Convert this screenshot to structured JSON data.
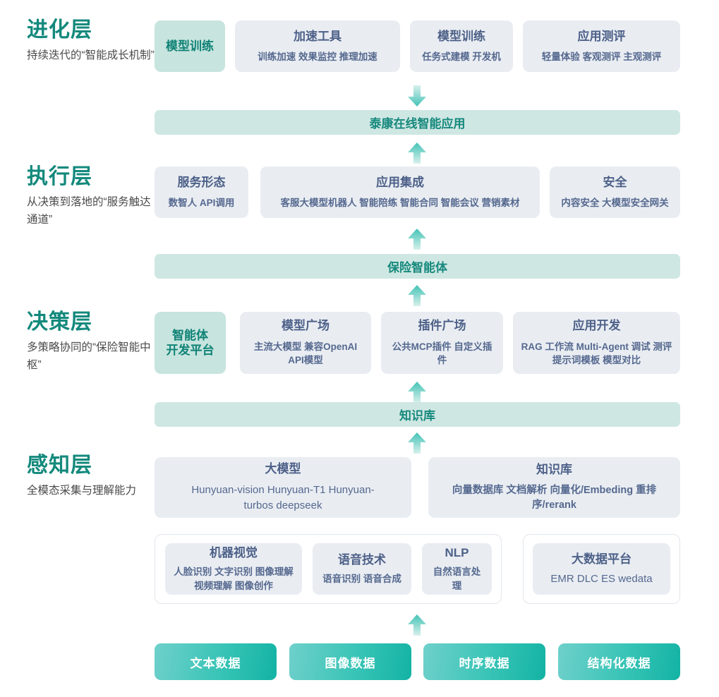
{
  "colors": {
    "layer_title": "#13897c",
    "card_bg": "#e9edf2",
    "card_title": "#4d6088",
    "teal_card_bg": "#c7e4de",
    "bar_bg": "#cfe7e3",
    "bar_text": "#16897d",
    "pill_gradient_from": "#6fd0cb",
    "pill_gradient_to": "#13b3a4",
    "arrow": "#5cc9bf"
  },
  "layers": [
    {
      "id": "evolution",
      "title": "进化层",
      "desc": "持续迭代的“智能成长机制”",
      "cards": [
        {
          "title": "模型训练",
          "sub": "",
          "style": "teal"
        },
        {
          "title": "加速工具",
          "sub": "训练加速 效果监控 推理加速",
          "style": "plain"
        },
        {
          "title": "模型训练",
          "sub": "任务式建模 开发机",
          "style": "plain"
        },
        {
          "title": "应用测评",
          "sub": "轻量体验 客观测评 主观测评",
          "style": "plain"
        }
      ]
    },
    {
      "id": "execution",
      "title": "执行层",
      "desc": "从决策到落地的“服务触达通道”",
      "cards": [
        {
          "title": "服务形态",
          "sub": "数智人  API调用",
          "style": "plain"
        },
        {
          "title": "应用集成",
          "sub": "客服大模型机器人 智能陪练 智能合同 智能会议 营销素材",
          "style": "plain"
        },
        {
          "title": "安全",
          "sub": "内容安全 大模型安全网关",
          "style": "plain"
        }
      ]
    },
    {
      "id": "decision",
      "title": "决策层",
      "desc": "多策略协同的“保险智能中枢”",
      "cards": [
        {
          "title": "智能体\n开发平台",
          "sub": "",
          "style": "teal"
        },
        {
          "title": "模型广场",
          "sub": "主流大模型    兼容OpenAI API模型",
          "style": "plain"
        },
        {
          "title": "插件广场",
          "sub": "公共MCP插件 自定义插件",
          "style": "plain"
        },
        {
          "title": "应用开发",
          "sub": "RAG 工作流 Multi-Agent 调试 测评 提示词模板 模型对比",
          "style": "plain"
        }
      ]
    },
    {
      "id": "perception",
      "title": "感知层",
      "desc": "全模态采集与理解能力",
      "cards": [
        {
          "title": "大模型",
          "sub": "Hunyuan-vision Hunyuan-T1 Hunyuan-turbos deepseek",
          "style": "plain"
        },
        {
          "title": "知识库",
          "sub": "向量数据库 文档解析 向量化/Embeding 重排序/rerank",
          "style": "plain"
        }
      ],
      "capability_cards": [
        {
          "title": "机器视觉",
          "sub": "人脸识别 文字识别 图像理解 视频理解 图像创作",
          "style": "plain"
        },
        {
          "title": "语音技术",
          "sub": "语音识别 语音合成",
          "style": "plain"
        },
        {
          "title": "NLP",
          "sub": "自然语言处理",
          "style": "plain"
        },
        {
          "title": "大数据平台",
          "sub": "EMR DLC ES wedata",
          "style": "plain"
        }
      ]
    }
  ],
  "bars": [
    {
      "id": "app-bar",
      "label": "泰康在线智能应用"
    },
    {
      "id": "agent-bar",
      "label": "保险智能体"
    },
    {
      "id": "kb-bar",
      "label": "知识库"
    }
  ],
  "data_sources": [
    {
      "label": "文本数据"
    },
    {
      "label": "图像数据"
    },
    {
      "label": "时序数据"
    },
    {
      "label": "结构化数据"
    }
  ],
  "arrows": [
    {
      "id": "arrow-to-app-bar",
      "direction": "down"
    },
    {
      "id": "arrow-app-bar-up",
      "direction": "up"
    },
    {
      "id": "arrow-execution-up",
      "direction": "up"
    },
    {
      "id": "arrow-agent-bar-up",
      "direction": "up"
    },
    {
      "id": "arrow-decision-up",
      "direction": "up"
    },
    {
      "id": "arrow-kb-up",
      "direction": "up"
    },
    {
      "id": "arrow-data-up",
      "direction": "up"
    }
  ]
}
